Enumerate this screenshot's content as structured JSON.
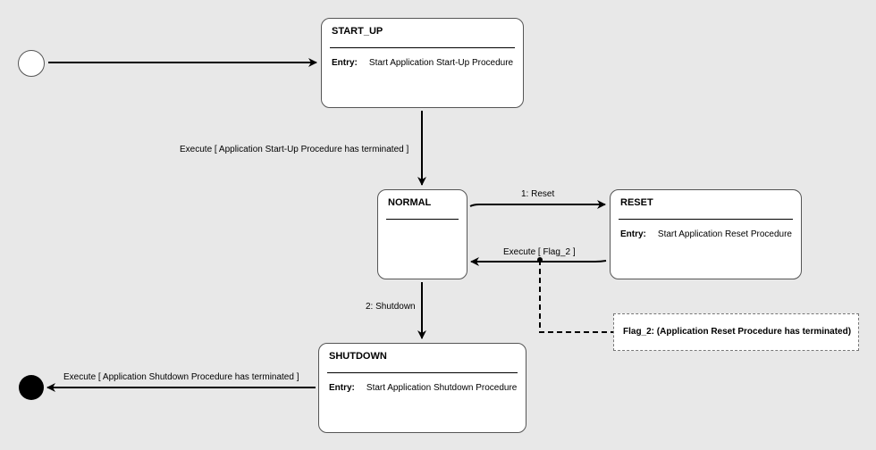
{
  "states": {
    "startup": {
      "title": "START_UP",
      "entry_kw": "Entry:",
      "entry_text": "Start Application Start-Up Procedure"
    },
    "normal": {
      "title": "NORMAL"
    },
    "reset": {
      "title": "RESET",
      "entry_kw": "Entry:",
      "entry_text": "Start Application Reset Procedure"
    },
    "shutdown": {
      "title": "SHUTDOWN",
      "entry_kw": "Entry:",
      "entry_text": "Start Application Shutdown Procedure"
    }
  },
  "transitions": {
    "startup_to_normal": "Execute [ Application Start-Up Procedure has terminated ]",
    "normal_to_reset": "1: Reset",
    "reset_to_normal": "Execute [ Flag_2 ]",
    "normal_to_shutdown": "2: Shutdown",
    "shutdown_to_final": "Execute [ Application Shutdown Procedure has terminated ]"
  },
  "note": {
    "text": "Flag_2: (Application Reset Procedure has terminated)"
  }
}
